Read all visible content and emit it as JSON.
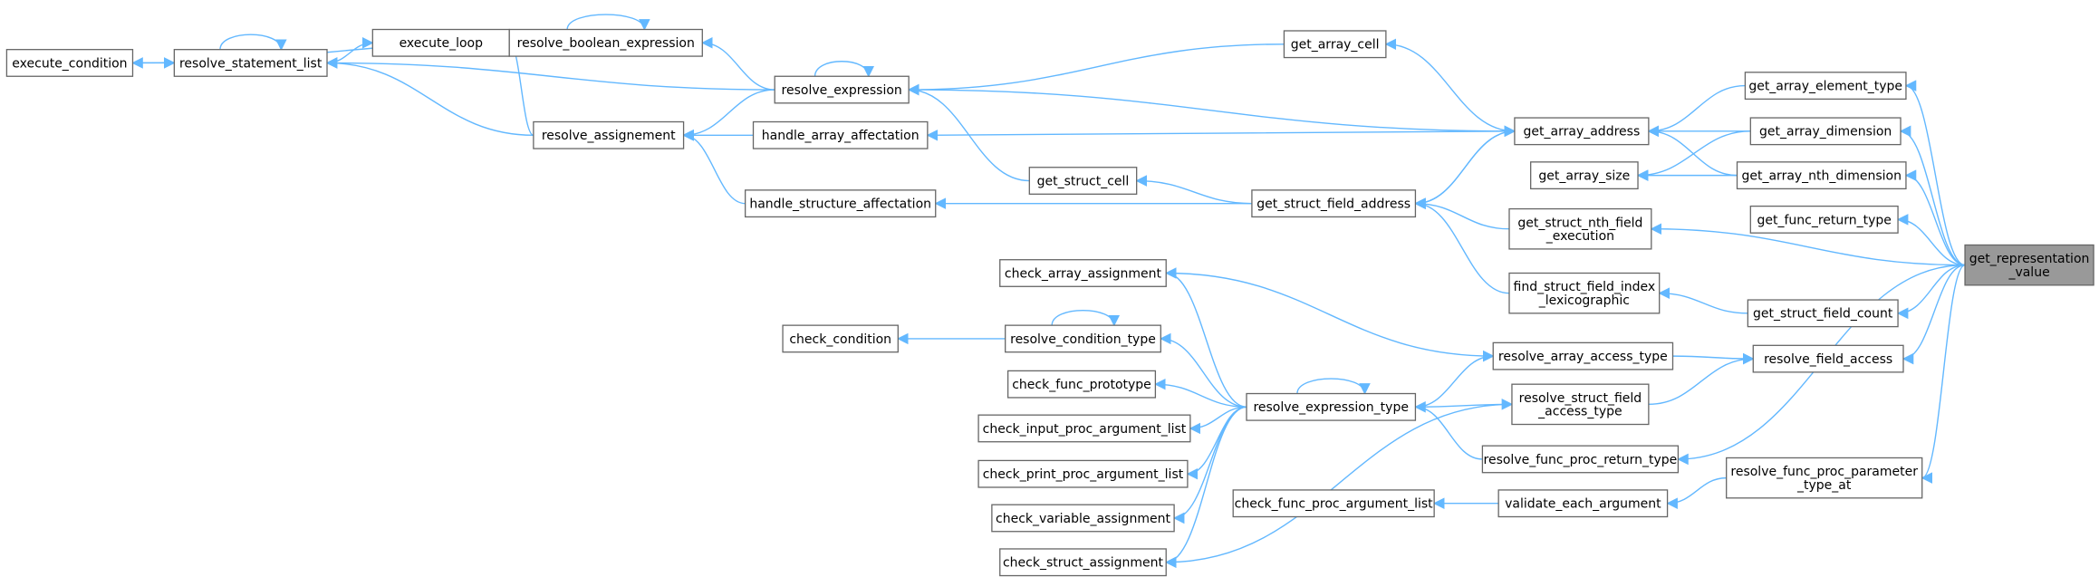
{
  "diagram": {
    "kind": "call-graph",
    "colors": {
      "edge": "#63b8ff",
      "node_border": "#666666",
      "focus_fill": "#999999",
      "node_fill": "#ffffff"
    },
    "nodes": [
      {
        "id": "n_exec_cond",
        "lines": [
          "execute_condition"
        ]
      },
      {
        "id": "n_rsl",
        "lines": [
          "resolve_statement_list"
        ]
      },
      {
        "id": "n_exec_loop",
        "lines": [
          "execute_loop"
        ]
      },
      {
        "id": "n_rbe",
        "lines": [
          "resolve_boolean_expression"
        ]
      },
      {
        "id": "n_rexpr",
        "lines": [
          "resolve_expression"
        ]
      },
      {
        "id": "n_rassign",
        "lines": [
          "resolve_assignement"
        ]
      },
      {
        "id": "n_haa",
        "lines": [
          "handle_array_affectation"
        ]
      },
      {
        "id": "n_hsa",
        "lines": [
          "handle_structure_affectation"
        ]
      },
      {
        "id": "n_gsc",
        "lines": [
          "get_struct_cell"
        ]
      },
      {
        "id": "n_gac",
        "lines": [
          "get_array_cell"
        ]
      },
      {
        "id": "n_gaa",
        "lines": [
          "get_array_address"
        ]
      },
      {
        "id": "n_gsfa",
        "lines": [
          "get_struct_field_address"
        ]
      },
      {
        "id": "n_gas",
        "lines": [
          "get_array_size"
        ]
      },
      {
        "id": "n_gaet",
        "lines": [
          "get_array_element_type"
        ]
      },
      {
        "id": "n_gad",
        "lines": [
          "get_array_dimension"
        ]
      },
      {
        "id": "n_gand",
        "lines": [
          "get_array_nth_dimension"
        ]
      },
      {
        "id": "n_gfrt",
        "lines": [
          "get_func_return_type"
        ]
      },
      {
        "id": "n_gsnfe",
        "lines": [
          "get_struct_nth_field",
          "_execution"
        ]
      },
      {
        "id": "n_fsfil",
        "lines": [
          "find_struct_field_index",
          "_lexicographic"
        ]
      },
      {
        "id": "n_gsfc",
        "lines": [
          "get_struct_field_count"
        ]
      },
      {
        "id": "n_grv",
        "lines": [
          "get_representation",
          "_value"
        ],
        "focus": true
      },
      {
        "id": "n_caa",
        "lines": [
          "check_array_assignment"
        ]
      },
      {
        "id": "n_cc",
        "lines": [
          "check_condition"
        ]
      },
      {
        "id": "n_rct",
        "lines": [
          "resolve_condition_type"
        ]
      },
      {
        "id": "n_cfp",
        "lines": [
          "check_func_prototype"
        ]
      },
      {
        "id": "n_cipal",
        "lines": [
          "check_input_proc_argument_list"
        ]
      },
      {
        "id": "n_cppal",
        "lines": [
          "check_print_proc_argument_list"
        ]
      },
      {
        "id": "n_cva",
        "lines": [
          "check_variable_assignment"
        ]
      },
      {
        "id": "n_csa",
        "lines": [
          "check_struct_assignment"
        ]
      },
      {
        "id": "n_ret",
        "lines": [
          "resolve_expression_type"
        ]
      },
      {
        "id": "n_raat",
        "lines": [
          "resolve_array_access_type"
        ]
      },
      {
        "id": "n_rsfat",
        "lines": [
          "resolve_struct_field",
          "_access_type"
        ]
      },
      {
        "id": "n_rfprt",
        "lines": [
          "resolve_func_proc_return_type"
        ]
      },
      {
        "id": "n_rfa",
        "lines": [
          "resolve_field_access"
        ]
      },
      {
        "id": "n_cfpal",
        "lines": [
          "check_func_proc_argument_list"
        ]
      },
      {
        "id": "n_vea",
        "lines": [
          "validate_each_argument"
        ]
      },
      {
        "id": "n_rfppta",
        "lines": [
          "resolve_func_proc_parameter",
          "_type_at"
        ]
      }
    ],
    "edges": [
      [
        "n_rsl",
        "n_exec_cond"
      ],
      [
        "n_exec_cond",
        "n_rbe"
      ],
      [
        "n_rsl",
        "n_rsl"
      ],
      [
        "n_exec_loop",
        "n_rsl"
      ],
      [
        "n_exec_loop",
        "n_rbe"
      ],
      [
        "n_rbe",
        "n_rbe"
      ],
      [
        "n_rbe",
        "n_rexpr"
      ],
      [
        "n_rsl",
        "n_rexpr"
      ],
      [
        "n_rsl",
        "n_rassign"
      ],
      [
        "n_exec_loop",
        "n_rassign"
      ],
      [
        "n_rassign",
        "n_rexpr"
      ],
      [
        "n_rexpr",
        "n_rexpr"
      ],
      [
        "n_rassign",
        "n_haa"
      ],
      [
        "n_rassign",
        "n_hsa"
      ],
      [
        "n_rexpr",
        "n_gsc"
      ],
      [
        "n_rexpr",
        "n_gac"
      ],
      [
        "n_gac",
        "n_gaa"
      ],
      [
        "n_gaa",
        "n_rexpr"
      ],
      [
        "n_haa",
        "n_gaa"
      ],
      [
        "n_gsc",
        "n_gsfa"
      ],
      [
        "n_hsa",
        "n_gsfa"
      ],
      [
        "n_gsfa",
        "n_gaa"
      ],
      [
        "n_gaa",
        "n_gsfa"
      ],
      [
        "n_gaa",
        "n_gaet"
      ],
      [
        "n_gaa",
        "n_gad"
      ],
      [
        "n_gaa",
        "n_gand"
      ],
      [
        "n_gas",
        "n_gad"
      ],
      [
        "n_gas",
        "n_gand"
      ],
      [
        "n_gsfa",
        "n_gsnfe"
      ],
      [
        "n_gsfa",
        "n_fsfil"
      ],
      [
        "n_fsfil",
        "n_gsfc"
      ],
      [
        "n_gaet",
        "n_grv"
      ],
      [
        "n_gad",
        "n_grv"
      ],
      [
        "n_gand",
        "n_grv"
      ],
      [
        "n_gfrt",
        "n_grv"
      ],
      [
        "n_gsnfe",
        "n_grv"
      ],
      [
        "n_gsfc",
        "n_grv"
      ],
      [
        "n_rfa",
        "n_grv"
      ],
      [
        "n_rfprt",
        "n_grv"
      ],
      [
        "n_rfppta",
        "n_grv"
      ],
      [
        "n_rfa",
        "n_raat"
      ],
      [
        "n_rfa",
        "n_rsfat"
      ],
      [
        "n_raat",
        "n_caa"
      ],
      [
        "n_raat",
        "n_ret"
      ],
      [
        "n_rsfat",
        "n_ret"
      ],
      [
        "n_ret",
        "n_rfprt"
      ],
      [
        "n_ret",
        "n_ret"
      ],
      [
        "n_cc",
        "n_rct"
      ],
      [
        "n_rct",
        "n_rct"
      ],
      [
        "n_rct",
        "n_ret"
      ],
      [
        "n_caa",
        "n_ret"
      ],
      [
        "n_cfp",
        "n_ret"
      ],
      [
        "n_cipal",
        "n_ret"
      ],
      [
        "n_cppal",
        "n_ret"
      ],
      [
        "n_cva",
        "n_ret"
      ],
      [
        "n_csa",
        "n_ret"
      ],
      [
        "n_csa",
        "n_rsfat"
      ],
      [
        "n_cfpal",
        "n_vea"
      ],
      [
        "n_vea",
        "n_rfppta"
      ]
    ]
  }
}
